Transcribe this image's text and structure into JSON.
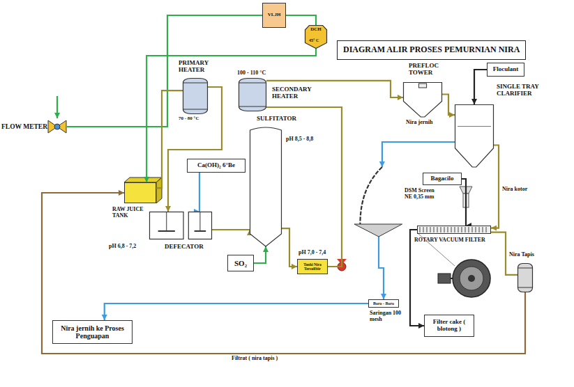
{
  "diagram": {
    "title": "DIAGRAM ALIR PROSES PEMURNIAN NIRA",
    "nodes": [
      {
        "text": [
          "FLOW METER"
        ]
      },
      {
        "text": [
          "VLJH"
        ]
      },
      {
        "text": [
          "DCH"
        ]
      },
      {
        "text": [
          "PRIMARY HEATER"
        ]
      },
      {
        "text": [
          "SECONDARY HEATER"
        ]
      },
      {
        "text": [
          "RAW JUICE TANK"
        ]
      },
      {
        "text": [
          "Ca(OH)₂ 6°Be"
        ]
      },
      {
        "text": [
          "DEFECATOR"
        ]
      },
      {
        "text": [
          "SULFITATOR"
        ]
      },
      {
        "text": [
          "SO₂"
        ]
      },
      {
        "text": [
          "Tanki Nira Tersulfitir"
        ]
      },
      {
        "text": [
          "PREFLOC TOWER"
        ]
      },
      {
        "text": [
          "Floculant"
        ]
      },
      {
        "text": [
          "SINGLE TRAY CLARIFIER"
        ]
      },
      {
        "text": [
          "Bagacilo"
        ]
      },
      {
        "text": [
          "DSM Screen NE 0,35 mm"
        ]
      },
      {
        "text": [
          "Boro - Boro"
        ]
      },
      {
        "text": [
          "ROTARY VACUUM FILTER"
        ]
      },
      {
        "text": [
          "Nira Tapis"
        ]
      },
      {
        "text": [
          "Filter cake ( blotong )"
        ]
      },
      {
        "text": [
          "Nira jernih ke Proses Penguapan"
        ]
      }
    ],
    "edges": [
      {
        "from": 0,
        "to": 1,
        "arrow": "none"
      },
      {
        "from": 1,
        "to": 2,
        "arrow": "none"
      },
      {
        "from": 2,
        "to": 5,
        "arrow": "to"
      },
      {
        "from": 5,
        "to": 3,
        "arrow": "none"
      },
      {
        "from": 3,
        "to": 7,
        "arrow": "to"
      },
      {
        "from": 6,
        "to": 7,
        "arrow": "to"
      },
      {
        "from": 7,
        "to": 8,
        "arrow": "to"
      },
      {
        "from": 9,
        "to": 8,
        "arrow": "to"
      },
      {
        "from": 8,
        "to": 10,
        "arrow": "to"
      },
      {
        "from": 10,
        "to": 4,
        "arrow": "none"
      },
      {
        "from": 4,
        "to": 11,
        "arrow": "to"
      },
      {
        "from": 11,
        "to": 13,
        "arrow": "to"
      },
      {
        "from": 12,
        "to": 13,
        "arrow": "to"
      },
      {
        "from": 13,
        "to": 15,
        "arrow": "to"
      },
      {
        "from": 13,
        "to": 17,
        "arrow": "to"
      },
      {
        "from": 14,
        "to": 17,
        "arrow": "to"
      },
      {
        "from": 15,
        "to": 16,
        "arrow": "to"
      },
      {
        "from": 16,
        "to": 20,
        "arrow": "to"
      },
      {
        "from": 17,
        "to": 19,
        "arrow": "to"
      },
      {
        "from": 17,
        "to": 18,
        "arrow": "none"
      },
      {
        "from": 18,
        "to": 5,
        "label": "Filtrat ( nira tapis )",
        "arrow": "to"
      }
    ],
    "labels": [
      "45° C",
      "70 - 80 °C",
      "100 - 110 °C",
      "pH 6,8 - 7,2",
      "pH 8,5 - 8,8",
      "pH 7,0 - 7,4",
      "Nira jernih",
      "Nira kotor",
      "Saringan 100 mesh"
    ]
  }
}
